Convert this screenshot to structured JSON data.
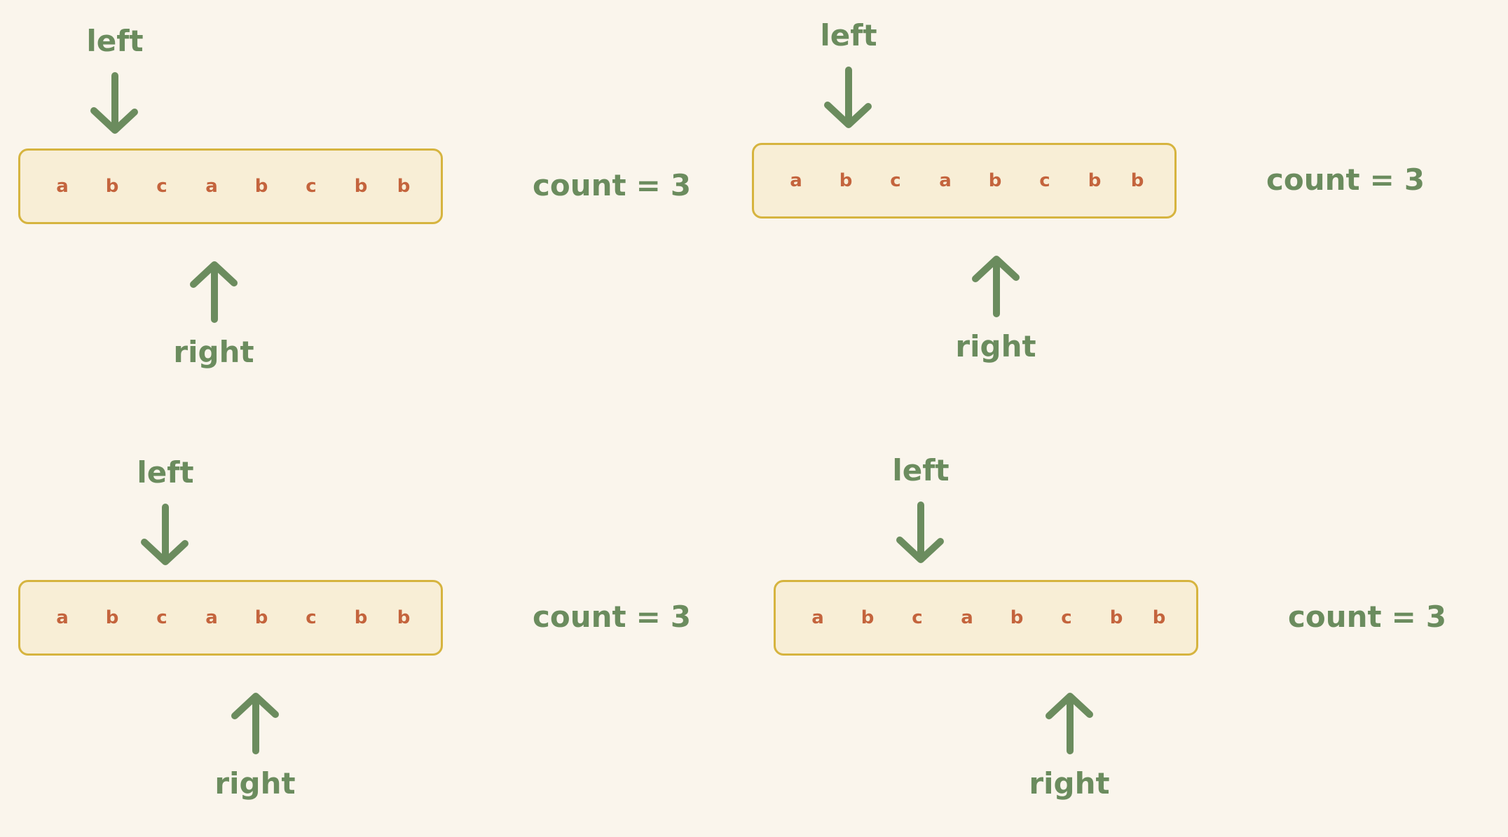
{
  "colors": {
    "background": "#faf5ec",
    "strip_fill": "#f8eed6",
    "strip_border": "#d6b43f",
    "letter": "#c4643d",
    "annotation": "#6b8c5e"
  },
  "left_label": "left",
  "right_label": "right",
  "panels": [
    {
      "cells": [
        "a",
        "b",
        "c",
        "a",
        "b",
        "c",
        "b",
        "b"
      ],
      "count_label": "count",
      "count_value": "3",
      "left_index": 1,
      "right_index": 3
    },
    {
      "cells": [
        "a",
        "b",
        "c",
        "a",
        "b",
        "c",
        "b",
        "b"
      ],
      "count_label": "count",
      "count_value": "3",
      "left_index": 1,
      "right_index": 4
    },
    {
      "cells": [
        "a",
        "b",
        "c",
        "a",
        "b",
        "c",
        "b",
        "b"
      ],
      "count_label": "count",
      "count_value": "3",
      "left_index": 2,
      "right_index": 4
    },
    {
      "cells": [
        "a",
        "b",
        "c",
        "a",
        "b",
        "c",
        "b",
        "b"
      ],
      "count_label": "count",
      "count_value": "3",
      "left_index": 2,
      "right_index": 5
    }
  ]
}
